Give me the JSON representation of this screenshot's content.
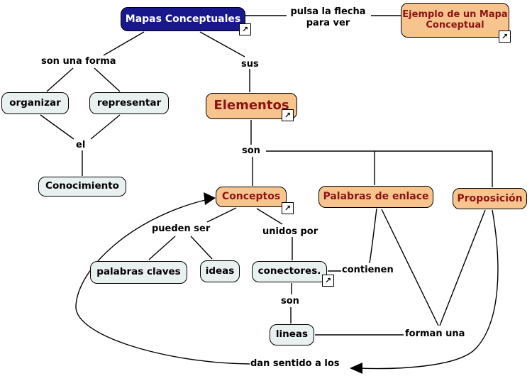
{
  "colors": {
    "topic_node_fill": "#18188C",
    "topic_node_text": "#FFFFFF",
    "highlight_node_fill": "#F8C48E",
    "highlight_node_text": "#8C1414",
    "plain_node_fill": "#E9F0F0",
    "plain_node_text": "#000000",
    "connector_line": "#000000",
    "background": "#FFFFFF"
  },
  "nodes": {
    "mapas": {
      "label": "Mapas Conceptuales"
    },
    "ejemplo": {
      "label": "Ejemplo de un Mapa Conceptual"
    },
    "organizar": {
      "label": "organizar"
    },
    "representar": {
      "label": "representar"
    },
    "elementos": {
      "label": "Elementos"
    },
    "conocimiento": {
      "label": "Conocimiento"
    },
    "conceptos": {
      "label": "Conceptos"
    },
    "palabras_enlace": {
      "label": "Palabras de enlace"
    },
    "proposicion": {
      "label": "Proposición"
    },
    "palabras_claves": {
      "label": "palabras claves"
    },
    "ideas": {
      "label": "ideas"
    },
    "conectores": {
      "label": "conectores."
    },
    "lineas": {
      "label": "lineas"
    }
  },
  "linking_phrases": {
    "pulsa_flecha": "pulsa la flecha para ver",
    "son_una_forma": "son una forma",
    "sus": "sus",
    "el": "el",
    "son_elementos": "son",
    "pueden_ser": "pueden ser",
    "unidos_por": "unidos por",
    "contienen": "contienen",
    "son_conectores": "son",
    "forman_una": "forman una",
    "dan_sentido": "dan sentido a los"
  },
  "icons": {
    "resource_link_glyph": "↗"
  }
}
